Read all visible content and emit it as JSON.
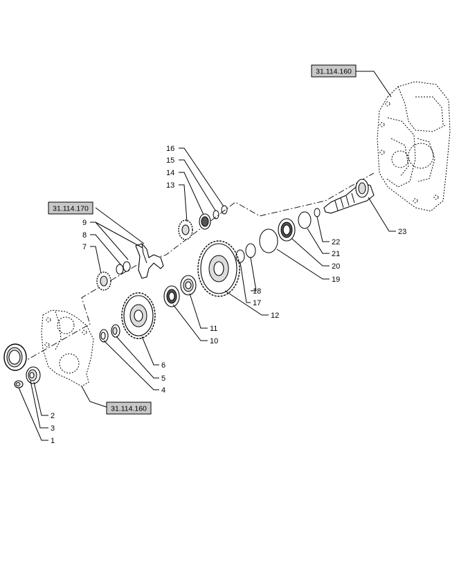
{
  "references": [
    {
      "id": "ref-top",
      "label": "31.114.160"
    },
    {
      "id": "ref-mid",
      "label": "31.114.170"
    },
    {
      "id": "ref-bottom",
      "label": "31.114.160"
    }
  ],
  "callouts": [
    "1",
    "2",
    "3",
    "4",
    "5",
    "6",
    "7",
    "8",
    "9",
    "10",
    "11",
    "12",
    "13",
    "14",
    "15",
    "16",
    "17",
    "18",
    "19",
    "20",
    "21",
    "22",
    "23"
  ]
}
